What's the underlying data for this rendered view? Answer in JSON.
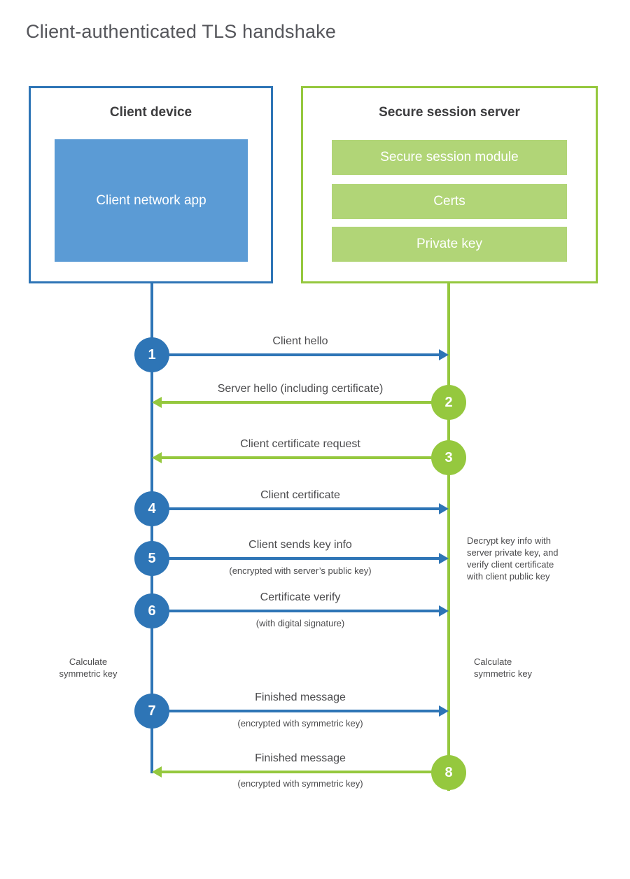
{
  "diagram": {
    "title": "Client-authenticated TLS handshake",
    "colors": {
      "blue_accent": "#2e75b6",
      "blue_fill": "#5b9bd5",
      "green_accent": "#95c83e",
      "green_fill": "#b1d577"
    }
  },
  "client": {
    "title": "Client device",
    "modules": [
      {
        "label": "Client network app"
      }
    ]
  },
  "server": {
    "title": "Secure session server",
    "modules": [
      {
        "label": "Secure session module"
      },
      {
        "label": "Certs"
      },
      {
        "label": "Private key"
      }
    ]
  },
  "steps": [
    {
      "number": "1",
      "actor": "client",
      "direction": "right",
      "label": "Client hello",
      "sublabel": ""
    },
    {
      "number": "2",
      "actor": "server",
      "direction": "left",
      "label": "Server hello (including certificate)",
      "sublabel": ""
    },
    {
      "number": "3",
      "actor": "server",
      "direction": "left",
      "label": "Client certificate request",
      "sublabel": ""
    },
    {
      "number": "4",
      "actor": "client",
      "direction": "right",
      "label": "Client certificate",
      "sublabel": ""
    },
    {
      "number": "5",
      "actor": "client",
      "direction": "right",
      "label": "Client sends key info",
      "sublabel": "(encrypted with server’s public key)"
    },
    {
      "number": "6",
      "actor": "client",
      "direction": "right",
      "label": "Certificate verify",
      "sublabel": "(with digital signature)"
    },
    {
      "number": "7",
      "actor": "client",
      "direction": "right",
      "label": "Finished message",
      "sublabel": "(encrypted with symmetric key)"
    },
    {
      "number": "8",
      "actor": "server",
      "direction": "left",
      "label": "Finished message",
      "sublabel": "(encrypted with symmetric key)"
    }
  ],
  "notes": {
    "decrypt_note": "Decrypt key info with\nserver private key, and\nverify client certificate\nwith client public key",
    "calculate_left": "Calculate\nsymmetric key",
    "calculate_right": "Calculate\nsymmetric key"
  }
}
